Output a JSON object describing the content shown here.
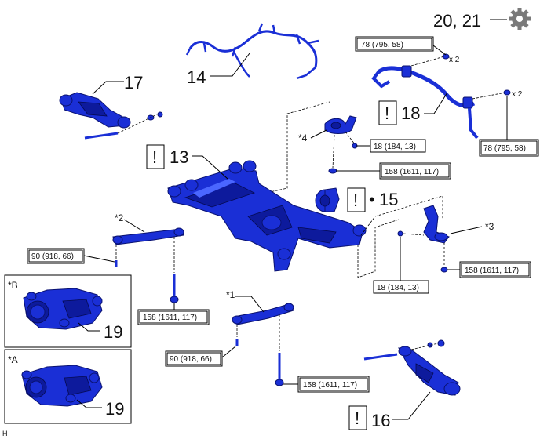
{
  "callouts": {
    "p13": "13",
    "p14": "14",
    "p15": "15",
    "p16": "16",
    "p17": "17",
    "p18": "18",
    "p19a": "19",
    "p19b": "19",
    "p2021": "20, 21",
    "bullet15": "•"
  },
  "caution_mark": "!",
  "torques": {
    "t78a": "78 (795, 58)",
    "t78b": "78 (795, 58)",
    "t18a": "18 (184, 13)",
    "t18b": "18 (184, 13)",
    "t158a": "158 (1611, 117)",
    "t158b": "158 (1611, 117)",
    "t158c": "158 (1611, 117)",
    "t158d": "158 (1611, 117)",
    "t90a": "90 (918, 66)",
    "t90b": "90 (918, 66)"
  },
  "qty": {
    "q1": "x 2",
    "q2": "x 2"
  },
  "markers": {
    "s1": "*1",
    "s2": "*2",
    "s3": "*3",
    "s4": "*4",
    "sa": "*A",
    "sb": "*B"
  },
  "footer_code": "H",
  "colors": {
    "part_blue": "#1a2fd6",
    "line": "#000000",
    "background": "#ffffff"
  },
  "icons": [
    "gear-icon",
    "caution-icon"
  ]
}
